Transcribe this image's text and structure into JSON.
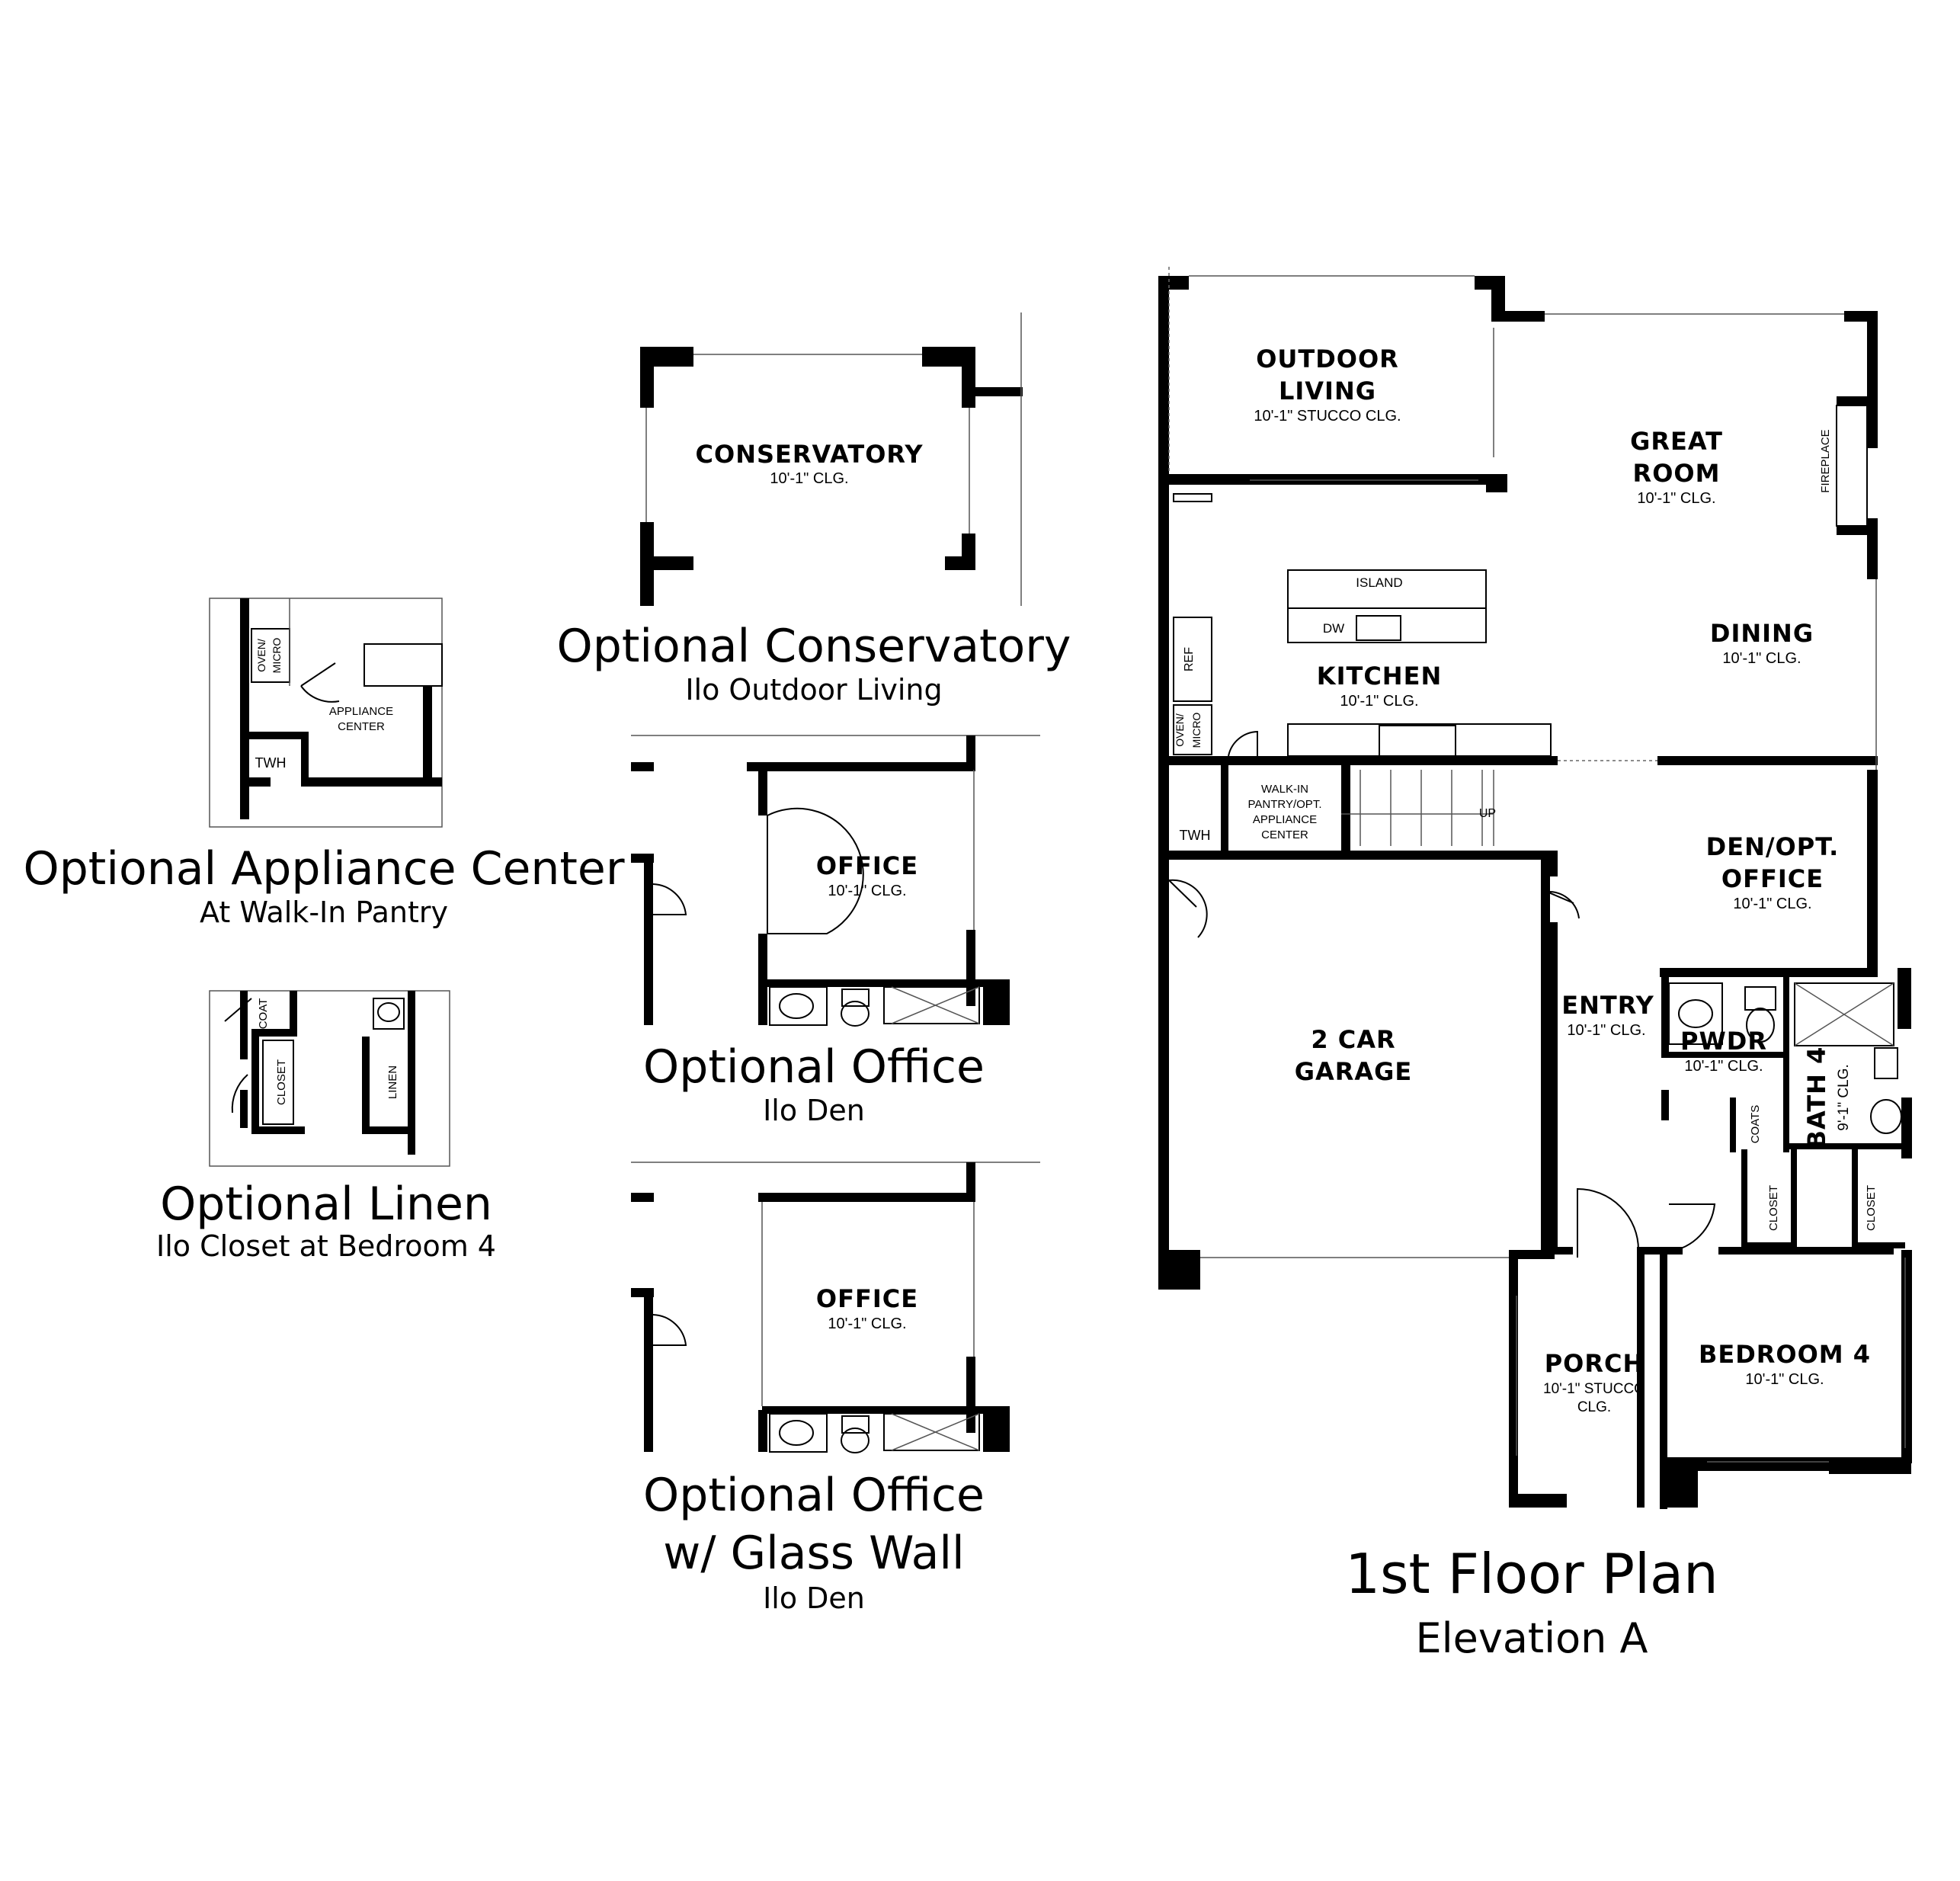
{
  "main_plan": {
    "title": "1st Floor Plan",
    "subtitle": "Elevation A",
    "rooms": {
      "outdoor_living": {
        "name_line1": "OUTDOOR",
        "name_line2": "LIVING",
        "clg": "10'-1\" STUCCO CLG."
      },
      "great_room": {
        "name_line1": "GREAT",
        "name_line2": "ROOM",
        "clg": "10'-1\" CLG."
      },
      "fireplace": "FIREPLACE",
      "island": "ISLAND",
      "dw": "DW",
      "ref": "REF",
      "oven_micro_1": "OVEN/",
      "oven_micro_2": "MICRO",
      "kitchen": {
        "name": "KITCHEN",
        "clg": "10'-1\" CLG."
      },
      "dining": {
        "name": "DINING",
        "clg": "10'-1\" CLG."
      },
      "pantry": {
        "line1": "WALK-IN",
        "line2": "PANTRY/OPT.",
        "line3": "APPLIANCE",
        "line4": "CENTER"
      },
      "twh": "TWH",
      "up": "UP",
      "den": {
        "name_line1": "DEN/OPT.",
        "name_line2": "OFFICE",
        "clg": "10'-1\" CLG."
      },
      "garage": {
        "name_line1": "2 CAR",
        "name_line2": "GARAGE"
      },
      "entry": {
        "name": "ENTRY",
        "clg": "10'-1\" CLG."
      },
      "pwdr": {
        "name": "PWDR",
        "clg": "10'-1\" CLG."
      },
      "coats": "COATS",
      "bath4": {
        "name": "BATH 4",
        "clg": "9'-1\" CLG."
      },
      "closet_a": "CLOSET",
      "closet_b": "CLOSET",
      "porch": {
        "name": "PORCH",
        "clg_line1": "10'-1\" STUCCO",
        "clg_line2": "CLG."
      },
      "bedroom4": {
        "name": "BEDROOM 4",
        "clg": "10'-1\" CLG."
      }
    }
  },
  "option_conservatory": {
    "title": "Optional Conservatory",
    "subtitle": "Ilo Outdoor Living",
    "room": {
      "name": "CONSERVATORY",
      "clg": "10'-1\" CLG."
    }
  },
  "option_appliance": {
    "title": "Optional Appliance Center",
    "subtitle": "At Walk-In Pantry",
    "labels": {
      "oven": "OVEN/",
      "micro": "MICRO",
      "center_line1": "APPLIANCE",
      "center_line2": "CENTER",
      "twh": "TWH"
    }
  },
  "option_office": {
    "title": "Optional Office",
    "subtitle": "Ilo Den",
    "room": {
      "name": "OFFICE",
      "clg": "10'-1\" CLG."
    }
  },
  "option_linen": {
    "title": "Optional Linen",
    "subtitle": "Ilo Closet at Bedroom 4",
    "labels": {
      "coat": "COAT",
      "closet": "CLOSET",
      "linen": "LINEN"
    }
  },
  "option_office_glass": {
    "title_line1": "Optional Office",
    "title_line2": "w/ Glass Wall",
    "subtitle": "Ilo Den",
    "room": {
      "name": "OFFICE",
      "clg": "10'-1\" CLG."
    }
  }
}
